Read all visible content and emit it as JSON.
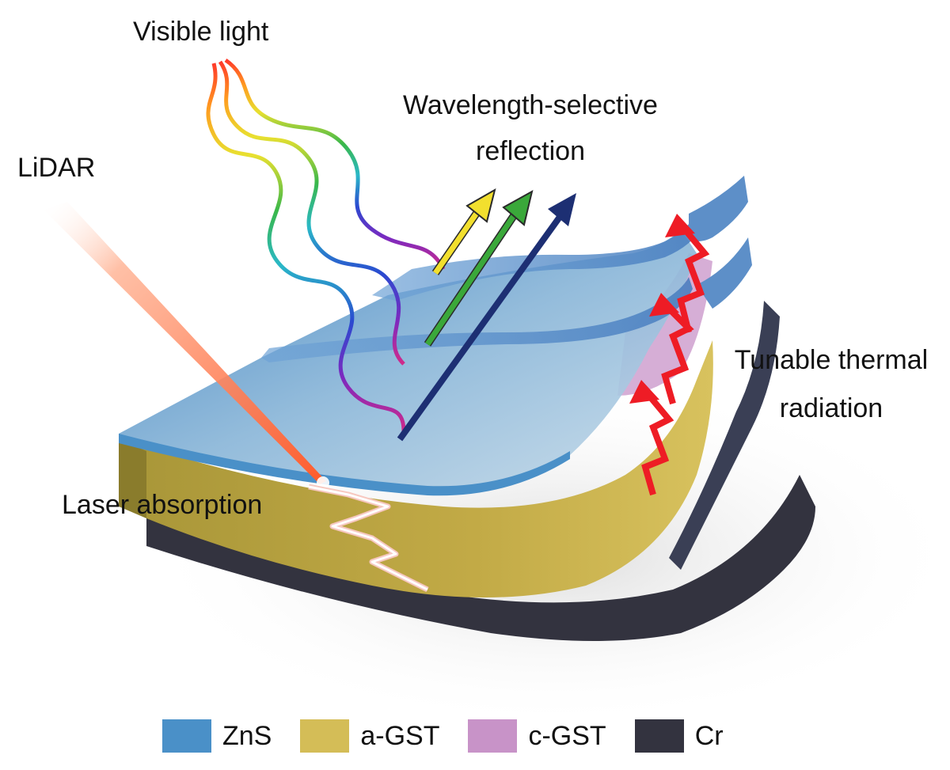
{
  "labels": {
    "visible_light": "Visible light",
    "lidar": "LiDAR",
    "wavelength_line1": "Wavelength-selective",
    "wavelength_line2": "reflection",
    "thermal_line1": "Tunable thermal",
    "thermal_line2": "radiation",
    "laser_absorption": "Laser absorption"
  },
  "legend": [
    {
      "label": "ZnS",
      "color": "#4a90c8"
    },
    {
      "label": "a-GST",
      "color": "#d4bd57"
    },
    {
      "label": "c-GST",
      "color": "#c893c8"
    },
    {
      "label": "Cr",
      "color": "#33333f"
    }
  ],
  "colors": {
    "zns": "#4a90c8",
    "a_gst": "#c8b048",
    "c_gst": "#c893c8",
    "cr": "#33333f",
    "laser": "#ff6a3d",
    "thermal_arrow": "#ee1c25",
    "arrow_yellow": "#f2df2e",
    "arrow_green": "#3aa83a",
    "arrow_blue": "#1d2f73"
  },
  "icons": [
    "rainbow-wave-icon",
    "laser-beam-icon",
    "reflection-arrow-icon",
    "thermal-zigzag-arrow-icon",
    "spark-icon"
  ]
}
